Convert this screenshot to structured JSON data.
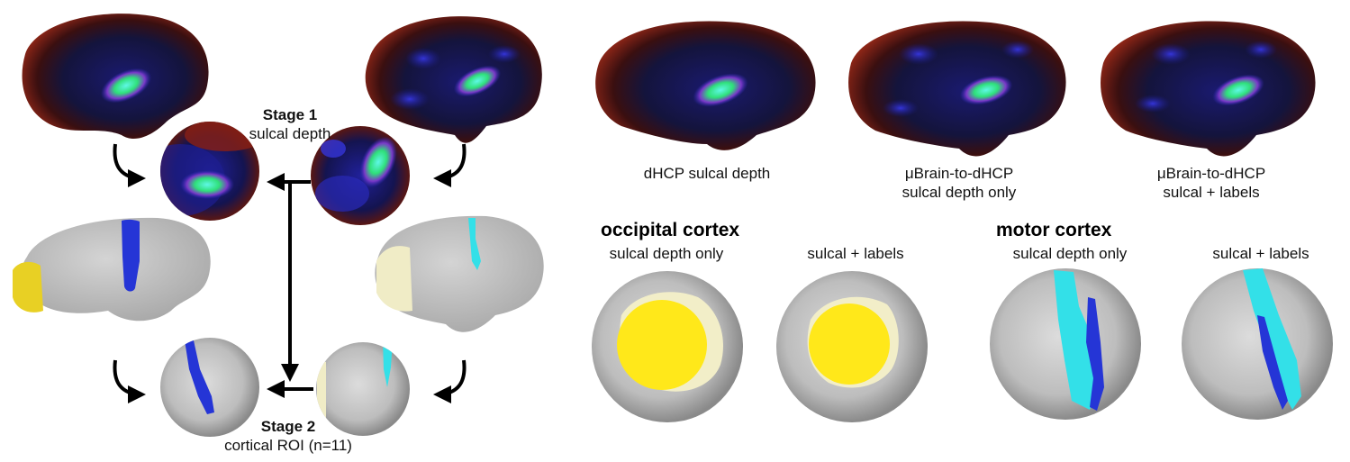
{
  "left": {
    "stage1_title": "Stage 1",
    "stage1_subtitle": "sulcal depth",
    "stage2_title": "Stage 2",
    "stage2_subtitle": "cortical ROI (n=11)"
  },
  "top_row": {
    "captions": [
      {
        "line1": "dHCP sulcal depth",
        "line2": ""
      },
      {
        "line1": "μBrain-to-dHCP",
        "line2": "sulcal depth only"
      },
      {
        "line1": "μBrain-to-dHCP",
        "line2": "sulcal + labels"
      }
    ]
  },
  "bottom_row": {
    "groups": [
      {
        "title": "occipital cortex",
        "sub_left": "sulcal depth only",
        "sub_right": "sulcal + labels"
      },
      {
        "title": "motor cortex",
        "sub_left": "sulcal depth only",
        "sub_right": "sulcal + labels"
      }
    ]
  },
  "colors": {
    "cortex_dark_red": "#8a1f14",
    "depth_dark": "#0a0a2e",
    "depth_blue": "#2a2ab8",
    "depth_green": "#2fe07a",
    "depth_cyan": "#4ff0e0",
    "surface_grey": "#c8c8c8",
    "roi_blue": "#2535d6",
    "roi_cyan": "#33e0e8",
    "roi_yellow": "#ffe81a",
    "roi_pale": "#f2eec8"
  }
}
